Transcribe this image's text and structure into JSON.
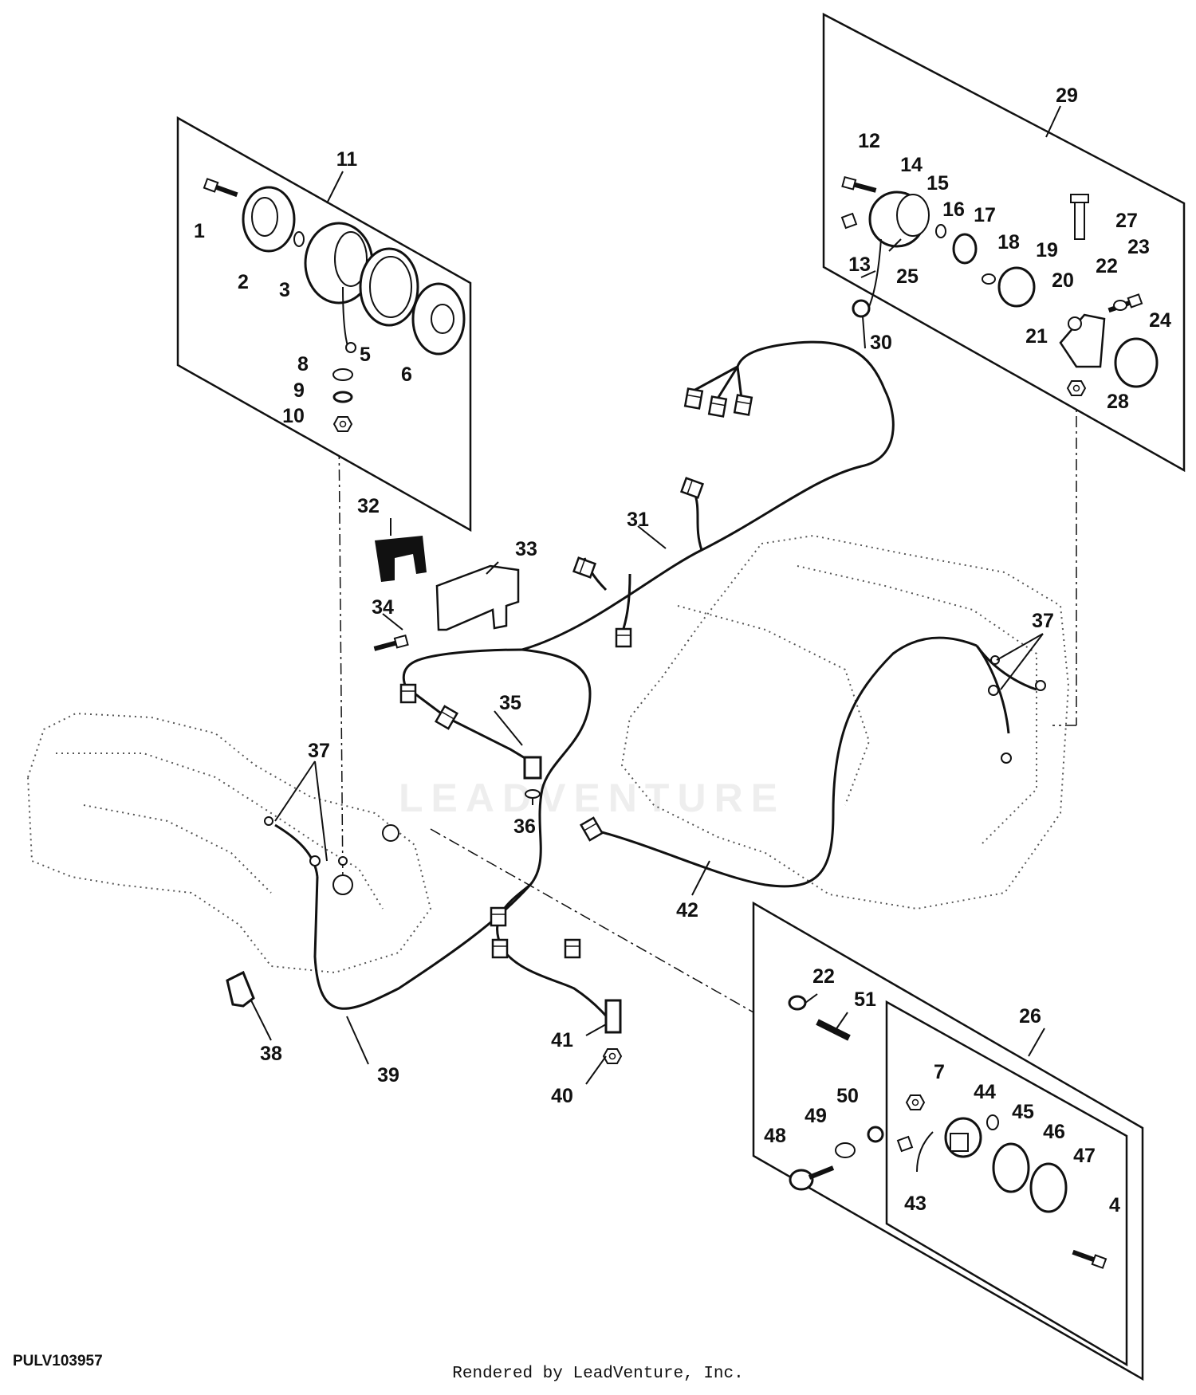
{
  "diagram_id": "PULV103957",
  "credit": "Rendered by LeadVenture, Inc.",
  "watermark": "LEADVENTURE",
  "callouts": [
    "1",
    "2",
    "3",
    "4",
    "5",
    "6",
    "7",
    "8",
    "9",
    "10",
    "11",
    "12",
    "13",
    "14",
    "15",
    "16",
    "17",
    "18",
    "19",
    "20",
    "21",
    "22",
    "23",
    "24",
    "25",
    "26",
    "27",
    "28",
    "29",
    "30",
    "31",
    "32",
    "33",
    "34",
    "35",
    "36",
    "37",
    "38",
    "39",
    "40",
    "41",
    "42",
    "43",
    "44",
    "45",
    "46",
    "47",
    "48",
    "49",
    "50",
    "51"
  ],
  "repeated_callouts": {
    "22b": "22",
    "37b": "37"
  }
}
